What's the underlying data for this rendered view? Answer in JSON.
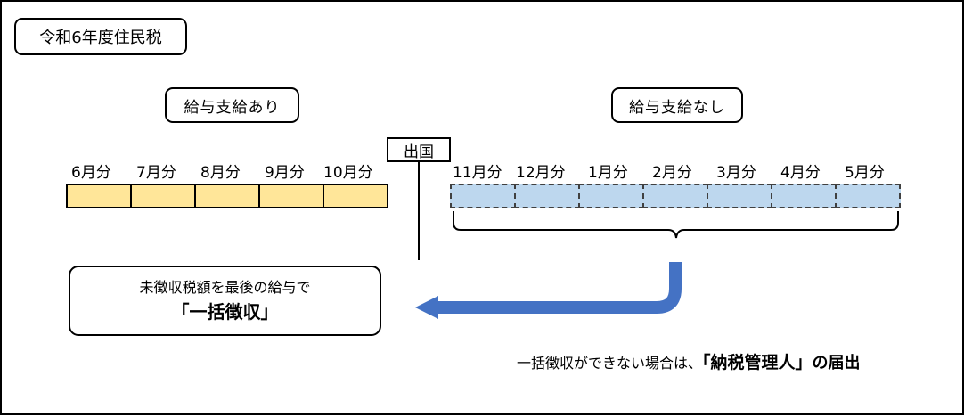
{
  "title": "令和6年度住民税",
  "paid_section": {
    "label": "給与支給あり",
    "months": [
      "6月分",
      "7月分",
      "8月分",
      "9月分",
      "10月分"
    ],
    "fill_color": "#ffe699"
  },
  "unpaid_section": {
    "label": "給与支給なし",
    "months": [
      "11月分",
      "12月分",
      "1月分",
      "2月分",
      "3月分",
      "4月分",
      "5月分"
    ],
    "fill_color": "#bdd7ee"
  },
  "departure_label": "出国",
  "result_box": {
    "line1": "未徴収税額を最後の給与で",
    "line2": "「一括徴収」"
  },
  "arrow_color": "#4472c4",
  "footnote": {
    "prefix": "一括徴収ができない場合は、",
    "emphasis": "「納税管理人」",
    "suffix": "の届出"
  }
}
